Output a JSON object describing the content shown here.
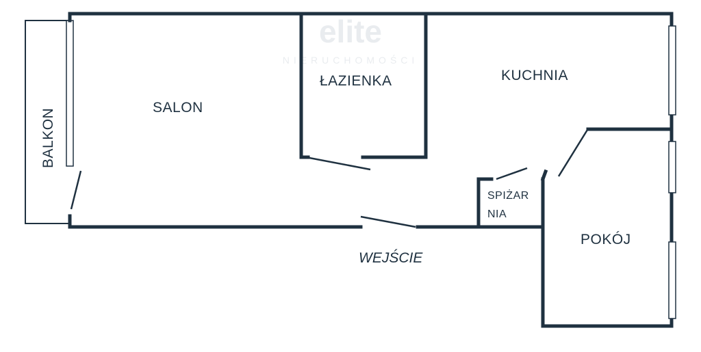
{
  "rooms": {
    "salon": "SALON",
    "lazienka": "ŁAZIENKA",
    "kuchnia": "KUCHNIA",
    "balkon": "BALKON",
    "spizarnia_line1": "SPIŻAR",
    "spizarnia_line2": "NIA",
    "pokoj": "POKÓJ"
  },
  "entrance": "WEJŚCIE",
  "watermark": {
    "brand": "elite",
    "tagline": "NIERUCHOMOŚCI"
  },
  "colors": {
    "wall": "#1f3140",
    "background": "#ffffff",
    "watermark": "#d8dde2"
  }
}
